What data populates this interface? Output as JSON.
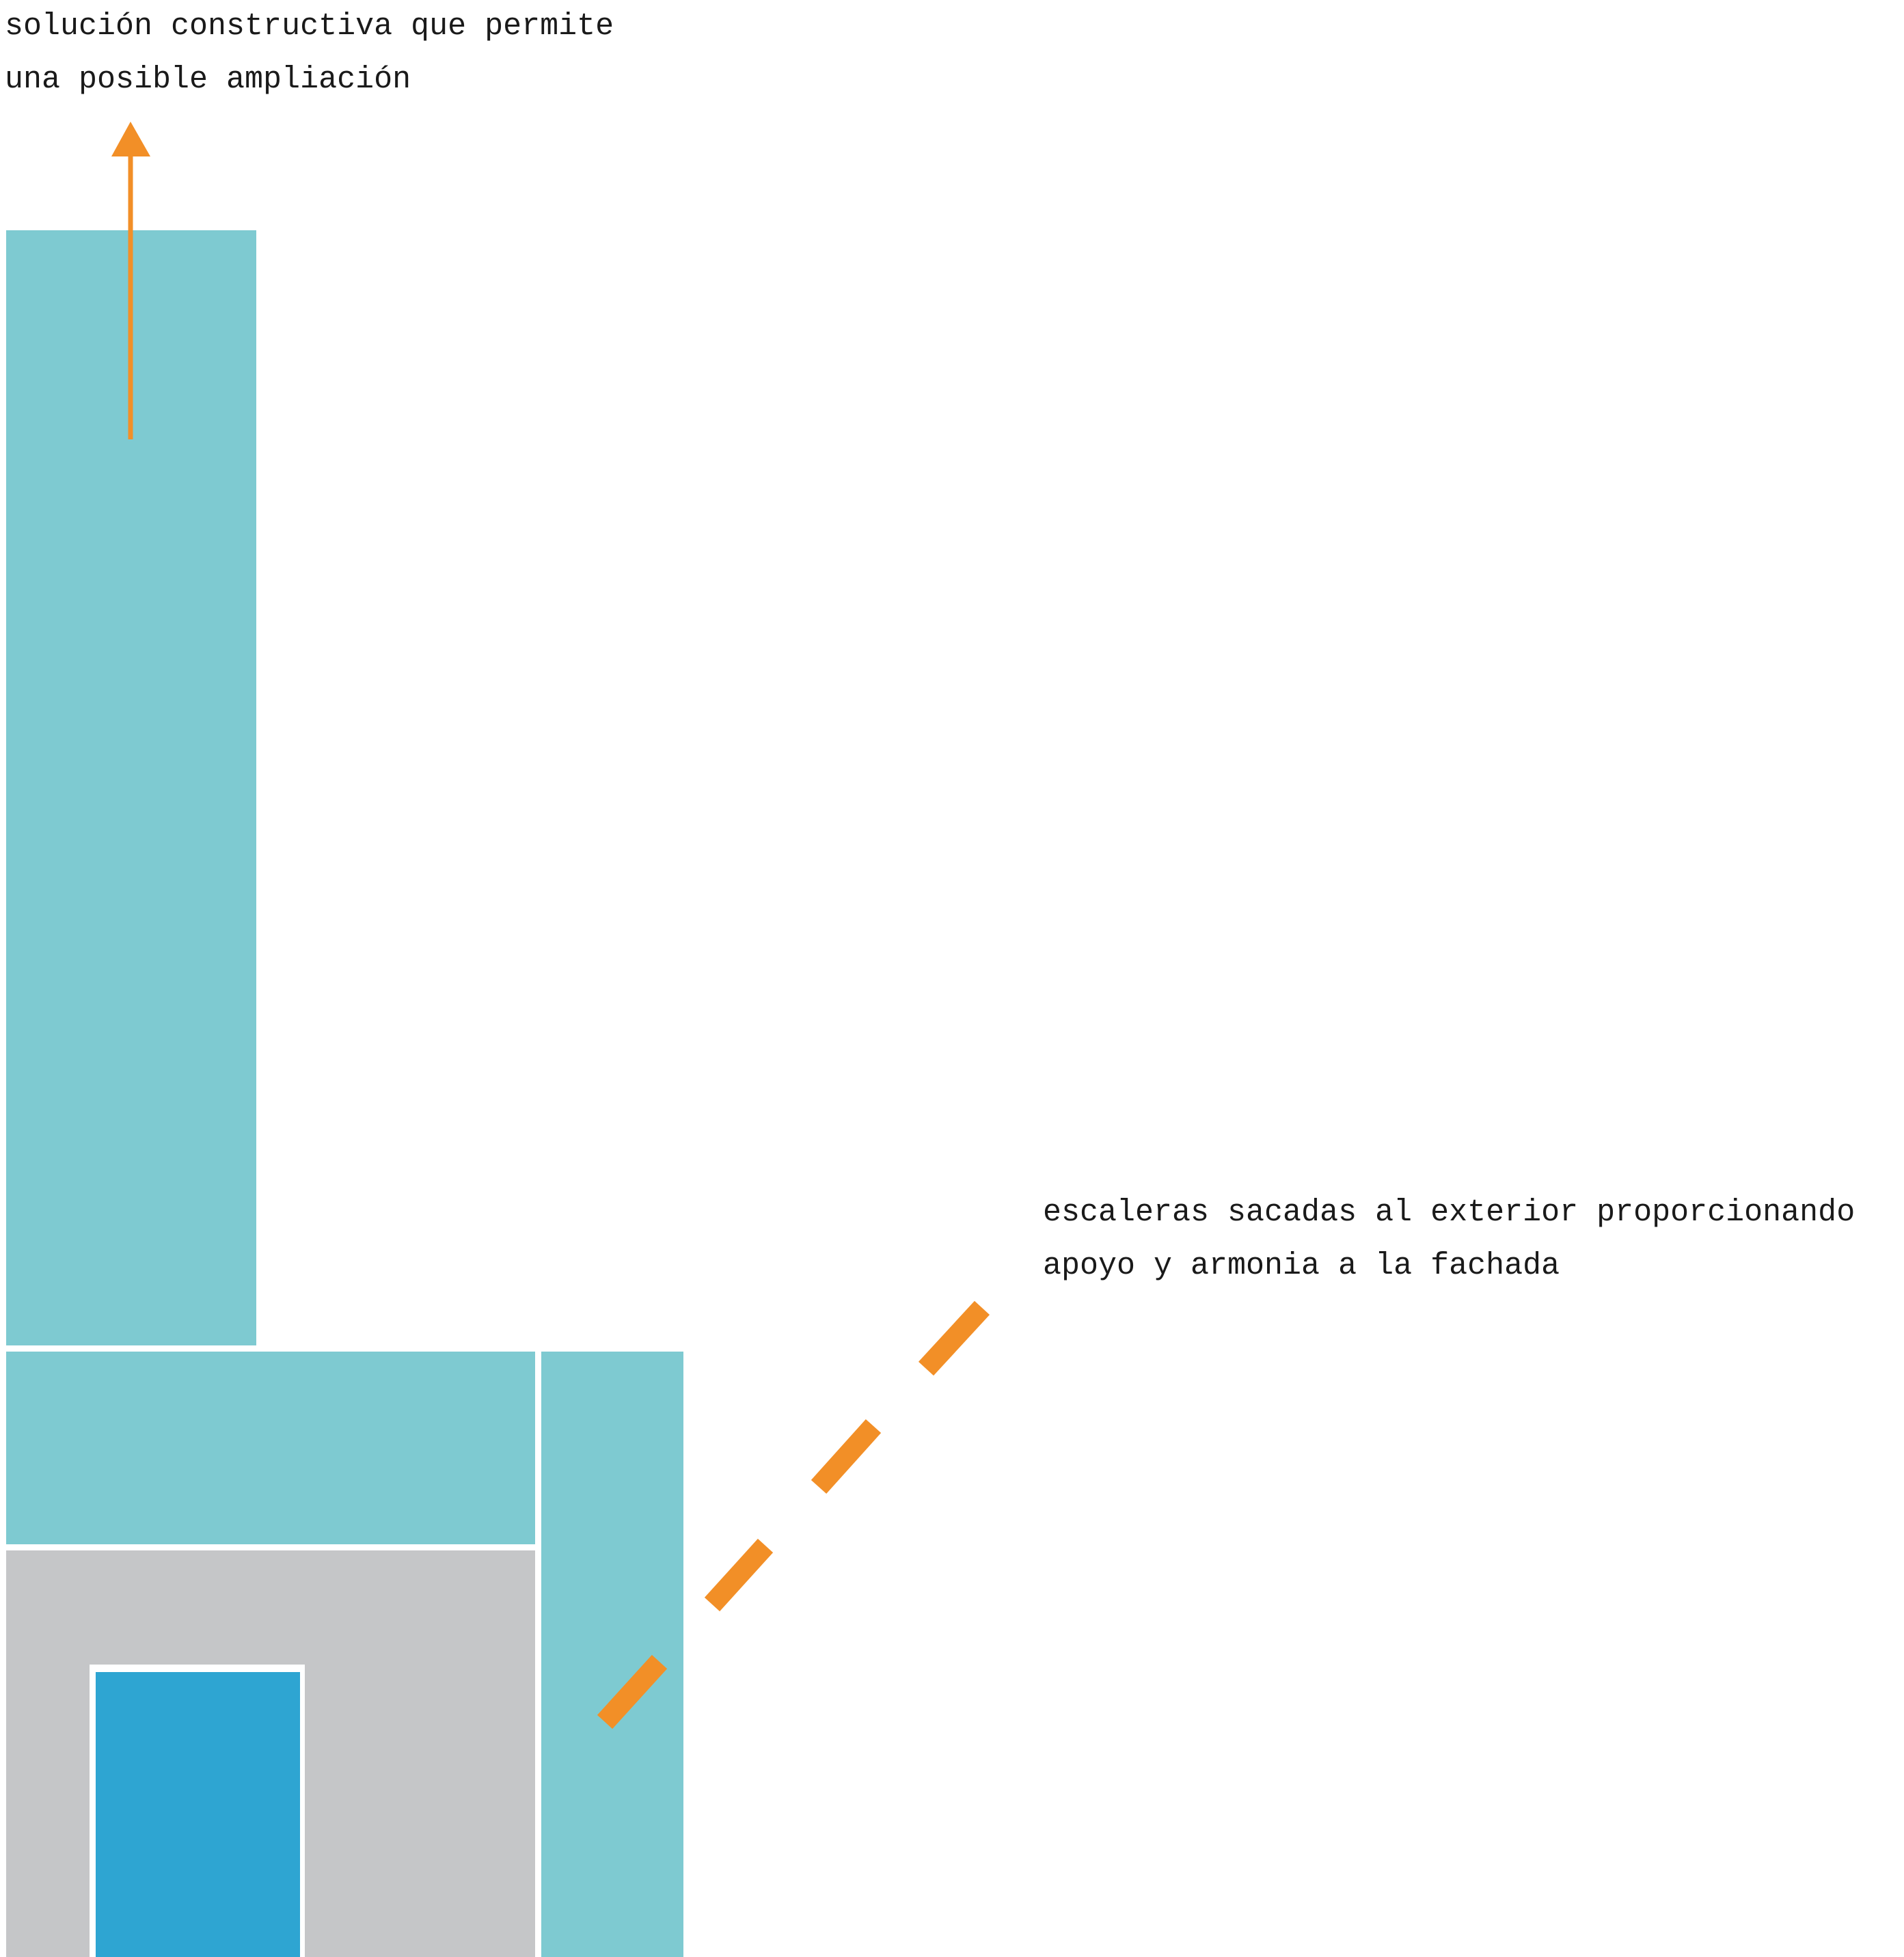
{
  "annotations": {
    "top": [
      "solución constructiva que permite",
      "una posible ampliación"
    ],
    "right": [
      "escaleras sacadas al exterior proporcionando",
      "apoyo y armonia a la fachada"
    ]
  },
  "colors": {
    "teal": "#7ecad1",
    "gray": "#c5c6c8",
    "blue": "#2ea5d2",
    "orange": "#f28f27"
  }
}
